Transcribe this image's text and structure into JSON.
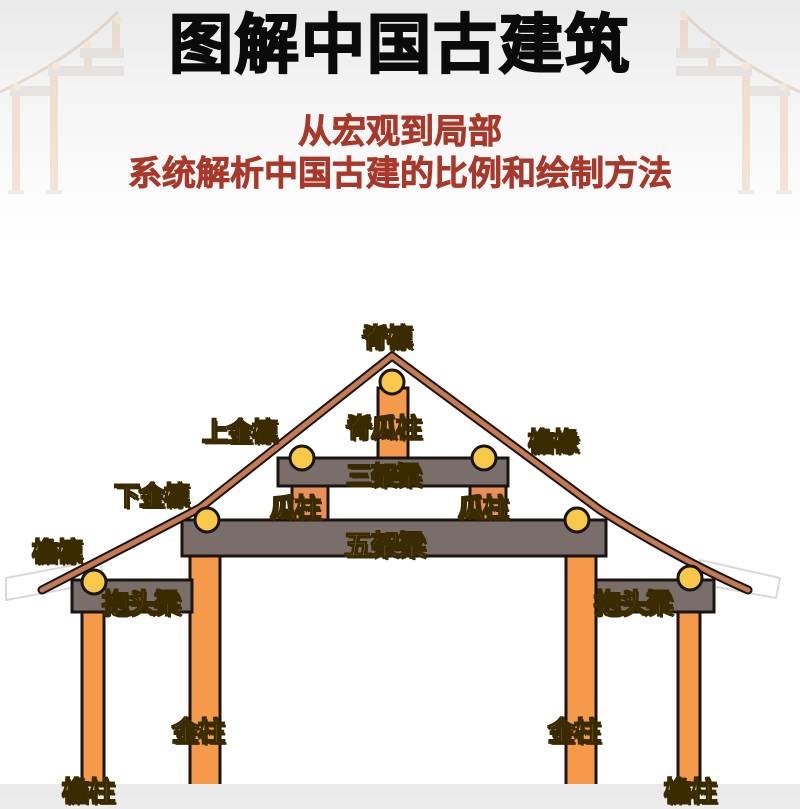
{
  "header": {
    "title": "图解中国古建筑",
    "subtitle_line1": "从宏观到局部",
    "subtitle_line2": "系统解析中国古建的比例和绘制方法"
  },
  "colors": {
    "title": "#0b0b0b",
    "subtitle": "#a8382a",
    "label_fill": "#f6cf2a",
    "label_outline": "#3b2b00",
    "beam": "#7a6e6a",
    "column": "#f59a4a",
    "purlin": "#f8c84a",
    "rafter": "#c47a55",
    "outline": "#1a1412",
    "eave_ghost": "#d9d9d9",
    "background_watermark": "#e8c9b4"
  },
  "diagram": {
    "labels": {
      "ridge_purlin": "脊檩",
      "upper_gold_purlin": "上金檩",
      "ridge_melon_post": "脊瓜柱",
      "eave_rafter": "檐椽",
      "three_rafter_beam": "三架梁",
      "lower_gold_purlin": "下金檩",
      "melon_post_left": "瓜柱",
      "melon_post_right": "瓜柱",
      "eave_purlin": "檐檩",
      "five_rafter_beam": "五架梁",
      "baotou_beam_left": "抱头梁",
      "baotou_beam_right": "抱头梁",
      "gold_column_left": "金柱",
      "gold_column_right": "金柱",
      "eave_column_left": "檐柱",
      "eave_column_right": "檐柱"
    }
  }
}
